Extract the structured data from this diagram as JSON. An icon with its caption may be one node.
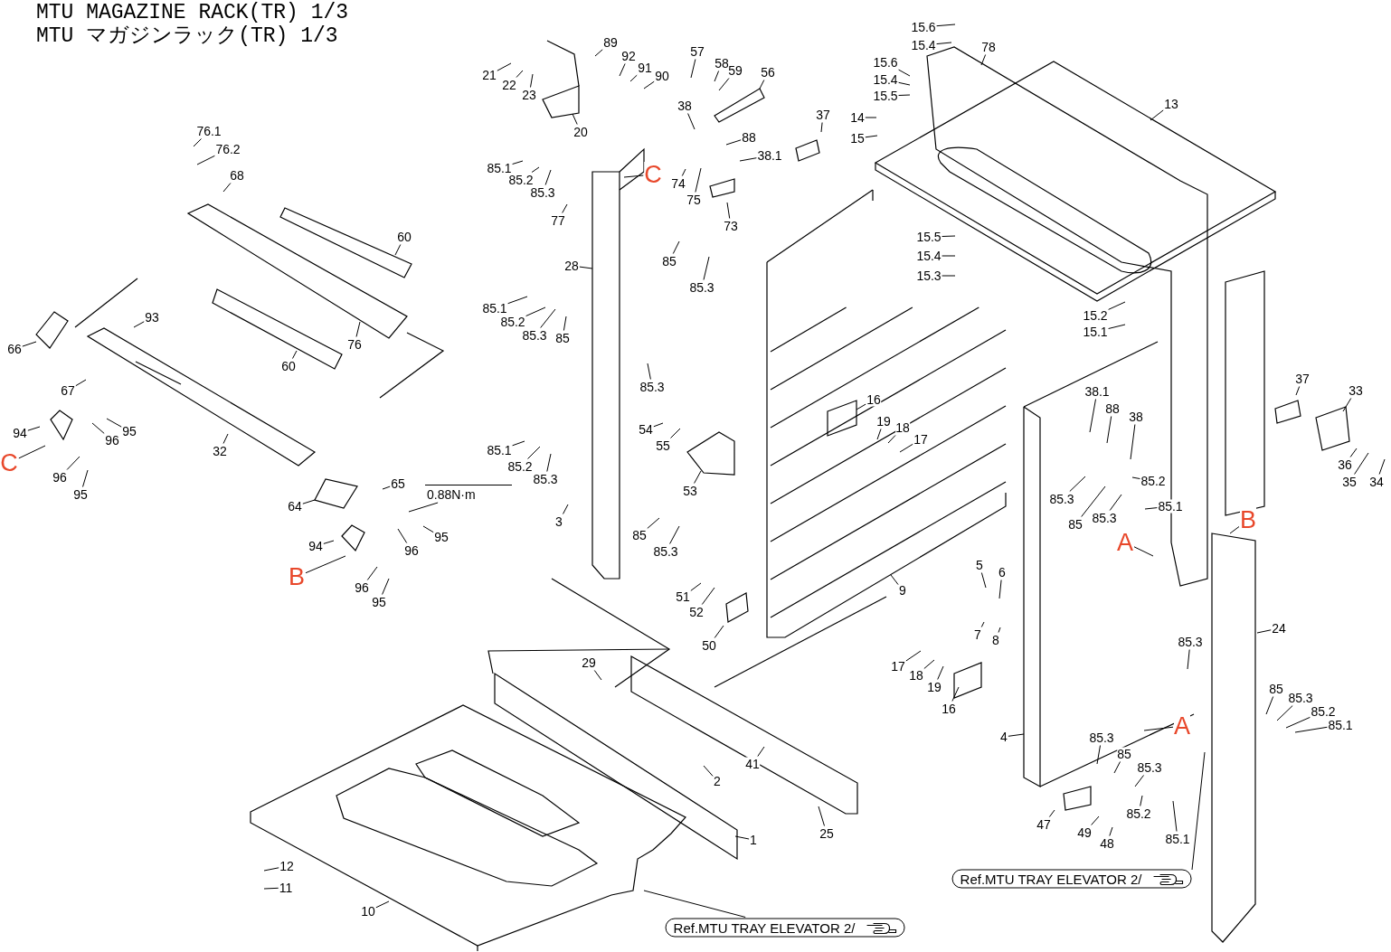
{
  "diagram": {
    "title": "MTU MAGAZINE RACK(TR) 1/3",
    "nodes": [
      {
        "text": [
          "76.1"
        ]
      },
      {
        "text": [
          "76.2"
        ]
      },
      {
        "text": [
          "68"
        ]
      },
      {
        "text": [
          "60"
        ]
      },
      {
        "text": [
          "76"
        ]
      },
      {
        "text": [
          "60"
        ]
      },
      {
        "text": [
          "93"
        ]
      },
      {
        "text": [
          "66"
        ]
      },
      {
        "text": [
          "67"
        ]
      },
      {
        "text": [
          "94"
        ]
      },
      {
        "text": [
          "C"
        ]
      },
      {
        "text": [
          "96"
        ]
      },
      {
        "text": [
          "95"
        ]
      },
      {
        "text": [
          "96"
        ]
      },
      {
        "text": [
          "95"
        ]
      },
      {
        "text": [
          "32"
        ]
      },
      {
        "text": [
          "64"
        ]
      },
      {
        "text": [
          "65"
        ]
      },
      {
        "text": [
          "0.88N·m"
        ]
      },
      {
        "text": [
          "94"
        ]
      },
      {
        "text": [
          "B"
        ]
      },
      {
        "text": [
          "96"
        ]
      },
      {
        "text": [
          "95"
        ]
      },
      {
        "text": [
          "96"
        ]
      },
      {
        "text": [
          "95"
        ]
      },
      {
        "text": [
          "21"
        ]
      },
      {
        "text": [
          "22"
        ]
      },
      {
        "text": [
          "23"
        ]
      },
      {
        "text": [
          "89"
        ]
      },
      {
        "text": [
          "92"
        ]
      },
      {
        "text": [
          "91"
        ]
      },
      {
        "text": [
          "90"
        ]
      },
      {
        "text": [
          "20"
        ]
      },
      {
        "text": [
          "57"
        ]
      },
      {
        "text": [
          "58"
        ]
      },
      {
        "text": [
          "59"
        ]
      },
      {
        "text": [
          "56"
        ]
      },
      {
        "text": [
          "38"
        ]
      },
      {
        "text": [
          "88"
        ]
      },
      {
        "text": [
          "38.1"
        ]
      },
      {
        "text": [
          "37"
        ]
      },
      {
        "text": [
          "74"
        ]
      },
      {
        "text": [
          "75"
        ]
      },
      {
        "text": [
          "73"
        ]
      },
      {
        "text": [
          "C"
        ]
      },
      {
        "text": [
          "85.1"
        ]
      },
      {
        "text": [
          "85.2"
        ]
      },
      {
        "text": [
          "85.3"
        ]
      },
      {
        "text": [
          "77"
        ]
      },
      {
        "text": [
          "28"
        ]
      },
      {
        "text": [
          "85"
        ]
      },
      {
        "text": [
          "85.3"
        ]
      },
      {
        "text": [
          "85.1"
        ]
      },
      {
        "text": [
          "85.2"
        ]
      },
      {
        "text": [
          "85.3"
        ]
      },
      {
        "text": [
          "85"
        ]
      },
      {
        "text": [
          "85.3"
        ]
      },
      {
        "text": [
          "54"
        ]
      },
      {
        "text": [
          "55"
        ]
      },
      {
        "text": [
          "53"
        ]
      },
      {
        "text": [
          "16"
        ]
      },
      {
        "text": [
          "19"
        ]
      },
      {
        "text": [
          "18"
        ]
      },
      {
        "text": [
          "17"
        ]
      },
      {
        "text": [
          "9"
        ]
      },
      {
        "text": [
          "85.1"
        ]
      },
      {
        "text": [
          "85.2"
        ]
      },
      {
        "text": [
          "85.3"
        ]
      },
      {
        "text": [
          "3"
        ]
      },
      {
        "text": [
          "85"
        ]
      },
      {
        "text": [
          "85.3"
        ]
      },
      {
        "text": [
          "51"
        ]
      },
      {
        "text": [
          "52"
        ]
      },
      {
        "text": [
          "50"
        ]
      },
      {
        "text": [
          "15.6"
        ]
      },
      {
        "text": [
          "15.4"
        ]
      },
      {
        "text": [
          "78"
        ]
      },
      {
        "text": [
          "15.6"
        ]
      },
      {
        "text": [
          "15.4"
        ]
      },
      {
        "text": [
          "15.5"
        ]
      },
      {
        "text": [
          "14"
        ]
      },
      {
        "text": [
          "15"
        ]
      },
      {
        "text": [
          "13"
        ]
      },
      {
        "text": [
          "15.5"
        ]
      },
      {
        "text": [
          "15.4"
        ]
      },
      {
        "text": [
          "15.3"
        ]
      },
      {
        "text": [
          "15.2"
        ]
      },
      {
        "text": [
          "15.1"
        ]
      },
      {
        "text": [
          "37"
        ]
      },
      {
        "text": [
          "33"
        ]
      },
      {
        "text": [
          "38.1"
        ]
      },
      {
        "text": [
          "88"
        ]
      },
      {
        "text": [
          "38"
        ]
      },
      {
        "text": [
          "85.2"
        ]
      },
      {
        "text": [
          "85.1"
        ]
      },
      {
        "text": [
          "36"
        ]
      },
      {
        "text": [
          "35"
        ]
      },
      {
        "text": [
          "34"
        ]
      },
      {
        "text": [
          "85.3"
        ]
      },
      {
        "text": [
          "85"
        ]
      },
      {
        "text": [
          "85.3"
        ]
      },
      {
        "text": [
          "A"
        ]
      },
      {
        "text": [
          "B"
        ]
      },
      {
        "text": [
          "24"
        ]
      },
      {
        "text": [
          "5"
        ]
      },
      {
        "text": [
          "6"
        ]
      },
      {
        "text": [
          "7"
        ]
      },
      {
        "text": [
          "8"
        ]
      },
      {
        "text": [
          "17"
        ]
      },
      {
        "text": [
          "18"
        ]
      },
      {
        "text": [
          "19"
        ]
      },
      {
        "text": [
          "16"
        ]
      },
      {
        "text": [
          "85.3"
        ]
      },
      {
        "text": [
          "A"
        ]
      },
      {
        "text": [
          "4"
        ]
      },
      {
        "text": [
          "85.3"
        ]
      },
      {
        "text": [
          "85"
        ]
      },
      {
        "text": [
          "85.3"
        ]
      },
      {
        "text": [
          "85.2"
        ]
      },
      {
        "text": [
          "85.1"
        ]
      },
      {
        "text": [
          "47"
        ]
      },
      {
        "text": [
          "49"
        ]
      },
      {
        "text": [
          "48"
        ]
      },
      {
        "text": [
          "85"
        ]
      },
      {
        "text": [
          "85.3"
        ]
      },
      {
        "text": [
          "85.2"
        ]
      },
      {
        "text": [
          "85.1"
        ]
      },
      {
        "text": [
          "29"
        ]
      },
      {
        "text": [
          "2"
        ]
      },
      {
        "text": [
          "41"
        ]
      },
      {
        "text": [
          "1"
        ]
      },
      {
        "text": [
          "25"
        ]
      },
      {
        "text": [
          "12"
        ]
      },
      {
        "text": [
          "11"
        ]
      },
      {
        "text": [
          "10"
        ]
      },
      {
        "text": [
          "Ref.MTU TRAY ELEVATOR 2/"
        ]
      },
      {
        "text": [
          "Ref.MTU TRAY ELEVATOR 2/"
        ]
      }
    ],
    "edges": [
      {
        "from": 0,
        "to": null,
        "arrow": "none"
      },
      {
        "from": 1,
        "to": null,
        "arrow": "none"
      },
      {
        "from": 2,
        "to": null,
        "arrow": "none"
      },
      {
        "from": 3,
        "to": null,
        "arrow": "none"
      },
      {
        "from": 4,
        "to": null,
        "arrow": "none"
      },
      {
        "from": 5,
        "to": null,
        "arrow": "none"
      },
      {
        "from": 6,
        "to": null,
        "arrow": "none"
      },
      {
        "from": 7,
        "to": null,
        "arrow": "none"
      },
      {
        "from": 8,
        "to": null,
        "arrow": "none"
      },
      {
        "from": 9,
        "to": null,
        "arrow": "none"
      },
      {
        "from": 10,
        "to": null,
        "arrow": "none"
      },
      {
        "from": 11,
        "to": null,
        "arrow": "none"
      },
      {
        "from": 12,
        "to": null,
        "arrow": "none"
      },
      {
        "from": 13,
        "to": null,
        "arrow": "none"
      },
      {
        "from": 14,
        "to": null,
        "arrow": "none"
      },
      {
        "from": 15,
        "to": null,
        "arrow": "none"
      },
      {
        "from": 16,
        "to": null,
        "arrow": "none"
      },
      {
        "from": 17,
        "to": null,
        "arrow": "none"
      },
      {
        "from": 18,
        "to": null,
        "arrow": "none"
      },
      {
        "from": 19,
        "to": null,
        "arrow": "none"
      },
      {
        "from": 20,
        "to": null,
        "arrow": "none"
      },
      {
        "from": 21,
        "to": null,
        "arrow": "none"
      },
      {
        "from": 22,
        "to": null,
        "arrow": "none"
      },
      {
        "from": 23,
        "to": null,
        "arrow": "none"
      },
      {
        "from": 24,
        "to": null,
        "arrow": "none"
      },
      {
        "from": 25,
        "to": null,
        "arrow": "none"
      },
      {
        "from": 26,
        "to": null,
        "arrow": "none"
      },
      {
        "from": 27,
        "to": null,
        "arrow": "none"
      },
      {
        "from": 28,
        "to": null,
        "arrow": "none"
      },
      {
        "from": 29,
        "to": null,
        "arrow": "none"
      },
      {
        "from": 30,
        "to": null,
        "arrow": "none"
      },
      {
        "from": 31,
        "to": null,
        "arrow": "none"
      },
      {
        "from": 32,
        "to": null,
        "arrow": "none"
      },
      {
        "from": 33,
        "to": null,
        "arrow": "none"
      },
      {
        "from": 34,
        "to": null,
        "arrow": "none"
      },
      {
        "from": 35,
        "to": null,
        "arrow": "none"
      },
      {
        "from": 36,
        "to": null,
        "arrow": "none"
      },
      {
        "from": 37,
        "to": null,
        "arrow": "none"
      },
      {
        "from": 38,
        "to": null,
        "arrow": "none"
      },
      {
        "from": 39,
        "to": null,
        "arrow": "none"
      },
      {
        "from": 40,
        "to": null,
        "arrow": "none"
      },
      {
        "from": 41,
        "to": null,
        "arrow": "none"
      },
      {
        "from": 42,
        "to": null,
        "arrow": "none"
      },
      {
        "from": 43,
        "to": null,
        "arrow": "none"
      },
      {
        "from": 44,
        "to": null,
        "arrow": "none"
      },
      {
        "from": 45,
        "to": null,
        "arrow": "none"
      },
      {
        "from": 46,
        "to": null,
        "arrow": "none"
      },
      {
        "from": 47,
        "to": null,
        "arrow": "none"
      },
      {
        "from": 48,
        "to": null,
        "arrow": "none"
      },
      {
        "from": 49,
        "to": null,
        "arrow": "none"
      },
      {
        "from": 50,
        "to": null,
        "arrow": "none"
      },
      {
        "from": 51,
        "to": null,
        "arrow": "none"
      },
      {
        "from": 52,
        "to": null,
        "arrow": "none"
      },
      {
        "from": 53,
        "to": null,
        "arrow": "none"
      },
      {
        "from": 54,
        "to": null,
        "arrow": "none"
      },
      {
        "from": 55,
        "to": null,
        "arrow": "none"
      },
      {
        "from": 56,
        "to": null,
        "arrow": "none"
      },
      {
        "from": 57,
        "to": null,
        "arrow": "none"
      },
      {
        "from": 58,
        "to": null,
        "arrow": "none"
      },
      {
        "from": 59,
        "to": null,
        "arrow": "none"
      },
      {
        "from": 60,
        "to": null,
        "arrow": "none"
      },
      {
        "from": 61,
        "to": null,
        "arrow": "none"
      },
      {
        "from": 62,
        "to": null,
        "arrow": "none"
      },
      {
        "from": 63,
        "to": null,
        "arrow": "none"
      },
      {
        "from": 64,
        "to": null,
        "arrow": "none"
      },
      {
        "from": 65,
        "to": null,
        "arrow": "none"
      },
      {
        "from": 66,
        "to": null,
        "arrow": "none"
      },
      {
        "from": 67,
        "to": null,
        "arrow": "none"
      },
      {
        "from": 68,
        "to": null,
        "arrow": "none"
      },
      {
        "from": 69,
        "to": null,
        "arrow": "none"
      },
      {
        "from": 70,
        "to": null,
        "arrow": "none"
      },
      {
        "from": 71,
        "to": null,
        "arrow": "none"
      },
      {
        "from": 72,
        "to": null,
        "arrow": "none"
      },
      {
        "from": 73,
        "to": null,
        "arrow": "none"
      },
      {
        "from": 74,
        "to": null,
        "arrow": "none"
      },
      {
        "from": 75,
        "to": null,
        "arrow": "none"
      },
      {
        "from": 76,
        "to": null,
        "arrow": "none"
      },
      {
        "from": 77,
        "to": null,
        "arrow": "none"
      },
      {
        "from": 78,
        "to": null,
        "arrow": "none"
      },
      {
        "from": 79,
        "to": null,
        "arrow": "none"
      },
      {
        "from": 80,
        "to": null,
        "arrow": "none"
      },
      {
        "from": 81,
        "to": null,
        "arrow": "none"
      },
      {
        "from": 82,
        "to": null,
        "arrow": "none"
      },
      {
        "from": 83,
        "to": null,
        "arrow": "none"
      },
      {
        "from": 84,
        "to": null,
        "arrow": "none"
      },
      {
        "from": 85,
        "to": null,
        "arrow": "none"
      },
      {
        "from": 86,
        "to": null,
        "arrow": "none"
      },
      {
        "from": 87,
        "to": null,
        "arrow": "none"
      },
      {
        "from": 88,
        "to": null,
        "arrow": "none"
      },
      {
        "from": 89,
        "to": null,
        "arrow": "none"
      },
      {
        "from": 90,
        "to": null,
        "arrow": "none"
      },
      {
        "from": 91,
        "to": null,
        "arrow": "none"
      },
      {
        "from": 92,
        "to": null,
        "arrow": "none"
      },
      {
        "from": 93,
        "to": null,
        "arrow": "none"
      },
      {
        "from": 94,
        "to": null,
        "arrow": "none"
      },
      {
        "from": 95,
        "to": null,
        "arrow": "none"
      },
      {
        "from": 96,
        "to": null,
        "arrow": "none"
      },
      {
        "from": 97,
        "to": null,
        "arrow": "none"
      },
      {
        "from": 98,
        "to": null,
        "arrow": "none"
      },
      {
        "from": 99,
        "to": null,
        "arrow": "none"
      },
      {
        "from": 100,
        "to": null,
        "arrow": "none"
      },
      {
        "from": 101,
        "to": null,
        "arrow": "none"
      },
      {
        "from": 102,
        "to": null,
        "arrow": "none"
      },
      {
        "from": 103,
        "to": null,
        "arrow": "none"
      },
      {
        "from": 104,
        "to": null,
        "arrow": "none"
      },
      {
        "from": 105,
        "to": null,
        "arrow": "none"
      },
      {
        "from": 106,
        "to": null,
        "arrow": "none"
      },
      {
        "from": 107,
        "to": null,
        "arrow": "none"
      },
      {
        "from": 108,
        "to": null,
        "arrow": "none"
      },
      {
        "from": 109,
        "to": null,
        "arrow": "none"
      },
      {
        "from": 110,
        "to": null,
        "arrow": "none"
      },
      {
        "from": 111,
        "to": null,
        "arrow": "none"
      },
      {
        "from": 112,
        "to": null,
        "arrow": "none"
      },
      {
        "from": 113,
        "to": null,
        "arrow": "none"
      },
      {
        "from": 114,
        "to": null,
        "arrow": "none"
      },
      {
        "from": 115,
        "to": null,
        "arrow": "none"
      },
      {
        "from": 116,
        "to": null,
        "arrow": "none"
      },
      {
        "from": 117,
        "to": null,
        "arrow": "none"
      },
      {
        "from": 118,
        "to": null,
        "arrow": "none"
      },
      {
        "from": 119,
        "to": null,
        "arrow": "none"
      },
      {
        "from": 120,
        "to": null,
        "arrow": "none"
      },
      {
        "from": 121,
        "to": null,
        "arrow": "none"
      },
      {
        "from": 122,
        "to": null,
        "arrow": "none"
      },
      {
        "from": 123,
        "to": null,
        "arrow": "none"
      },
      {
        "from": 124,
        "to": null,
        "arrow": "none"
      },
      {
        "from": 125,
        "to": null,
        "arrow": "none"
      },
      {
        "from": 126,
        "to": null,
        "arrow": "none"
      },
      {
        "from": 127,
        "to": null,
        "arrow": "none"
      },
      {
        "from": 128,
        "to": null,
        "arrow": "none"
      },
      {
        "from": 129,
        "to": null,
        "arrow": "none"
      },
      {
        "from": 130,
        "to": null,
        "arrow": "none"
      },
      {
        "from": 131,
        "to": null,
        "arrow": "none"
      },
      {
        "from": 132,
        "to": null,
        "arrow": "none"
      },
      {
        "from": 133,
        "to": null,
        "arrow": "none"
      },
      {
        "from": 134,
        "to": null,
        "arrow": "none"
      },
      {
        "from": 135,
        "to": null,
        "arrow": "none"
      },
      {
        "from": 136,
        "to": null,
        "arrow": "none"
      }
    ],
    "labels": [
      "MTU マガジンラック(TR) 1/3"
    ]
  }
}
